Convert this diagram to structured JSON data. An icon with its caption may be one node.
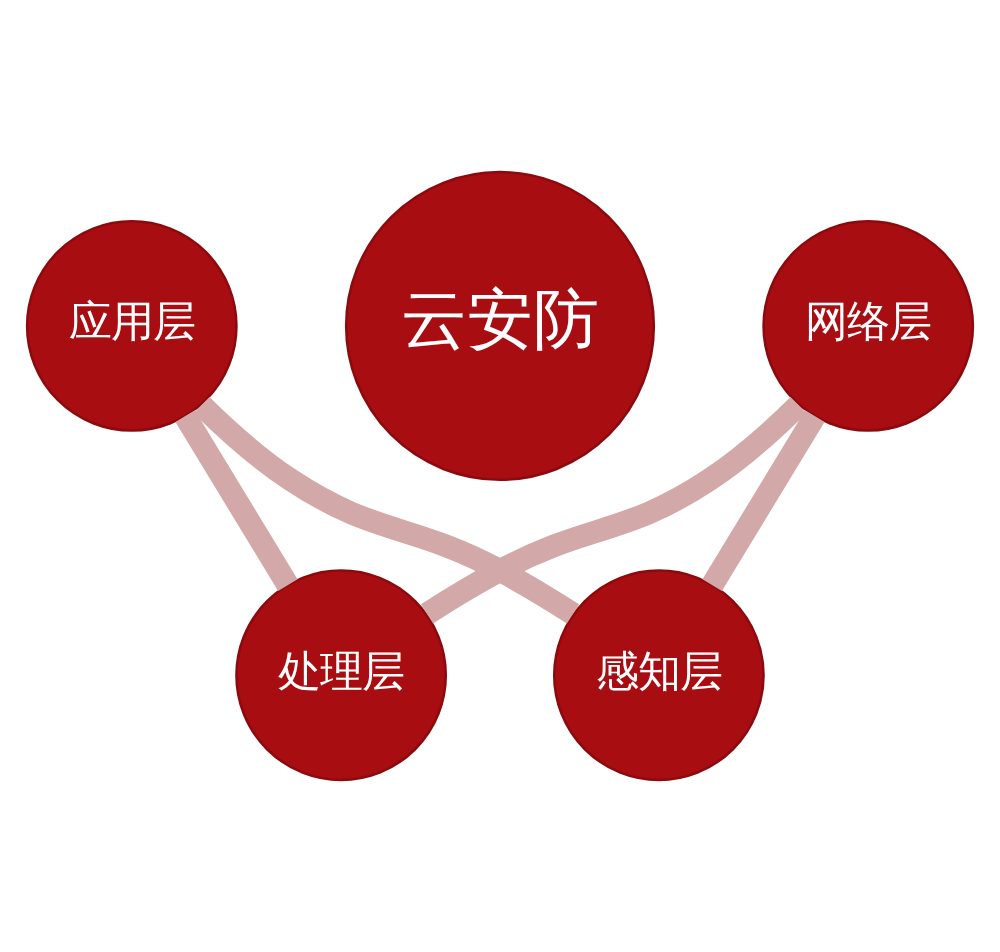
{
  "diagram": {
    "nodes": [
      {
        "text": [
          "云安防"
        ]
      },
      {
        "text": [
          "感知层"
        ]
      },
      {
        "text": [
          "网络层"
        ]
      },
      {
        "text": [
          "处理层"
        ]
      },
      {
        "text": [
          "应用层"
        ]
      }
    ],
    "edges": [
      {
        "from": 1,
        "to": 2,
        "arrow": "none"
      },
      {
        "from": 2,
        "to": 3,
        "arrow": "none"
      },
      {
        "from": 3,
        "to": 4,
        "arrow": "none"
      },
      {
        "from": 4,
        "to": 1,
        "arrow": "none"
      }
    ]
  }
}
